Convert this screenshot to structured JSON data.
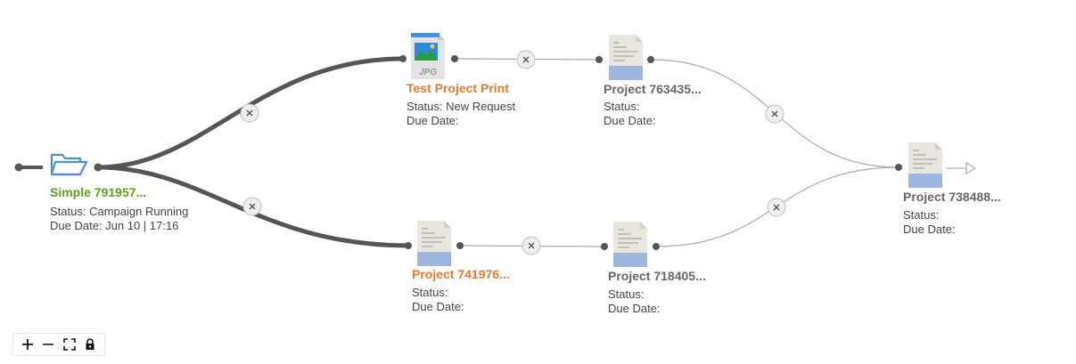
{
  "nodes": [
    {
      "id": "n1",
      "title": "Simple 791957...",
      "status": "Status: Campaign Running",
      "due": "Due Date: Jun 10 | 17:16",
      "icon": "folder-icon",
      "title_color": "#5ba021"
    },
    {
      "id": "n2",
      "title": "Test Project Print",
      "status": "Status: New Request",
      "due": "Due Date:",
      "icon": "jpg-file-icon",
      "title_color": "#e8792c",
      "badge": "JPG"
    },
    {
      "id": "n3",
      "title": "Project 763435...",
      "status": "Status:",
      "due": "Due Date:",
      "icon": "document-icon",
      "title_color": "#666666"
    },
    {
      "id": "n4",
      "title": "Project 741976...",
      "status": "Status:",
      "due": "Due Date:",
      "icon": "document-icon",
      "title_color": "#e8792c"
    },
    {
      "id": "n5",
      "title": "Project 718405...",
      "status": "Status:",
      "due": "Due Date:",
      "icon": "document-icon",
      "title_color": "#666666"
    },
    {
      "id": "n6",
      "title": "Project 738488...",
      "status": "Status:",
      "due": "Due Date:",
      "icon": "document-icon",
      "title_color": "#666666"
    }
  ],
  "edges": [
    {
      "from": "n1",
      "to": "n2",
      "style": "thick"
    },
    {
      "from": "n1",
      "to": "n4",
      "style": "thick"
    },
    {
      "from": "n2",
      "to": "n3",
      "style": "thin"
    },
    {
      "from": "n4",
      "to": "n5",
      "style": "thin"
    },
    {
      "from": "n3",
      "to": "n6",
      "style": "thin"
    },
    {
      "from": "n5",
      "to": "n6",
      "style": "thin"
    }
  ],
  "edge_remove_icon": "close-icon",
  "colors": {
    "thick_edge": "#555555",
    "thin_edge": "#aaaaaa",
    "folder": "#4a90d9",
    "doc_band": "#9db7e1",
    "doc_paper": "#e8e6de"
  },
  "toolbar": {
    "buttons": [
      "zoom-in-icon",
      "zoom-out-icon",
      "fit-screen-icon",
      "lock-icon"
    ]
  }
}
